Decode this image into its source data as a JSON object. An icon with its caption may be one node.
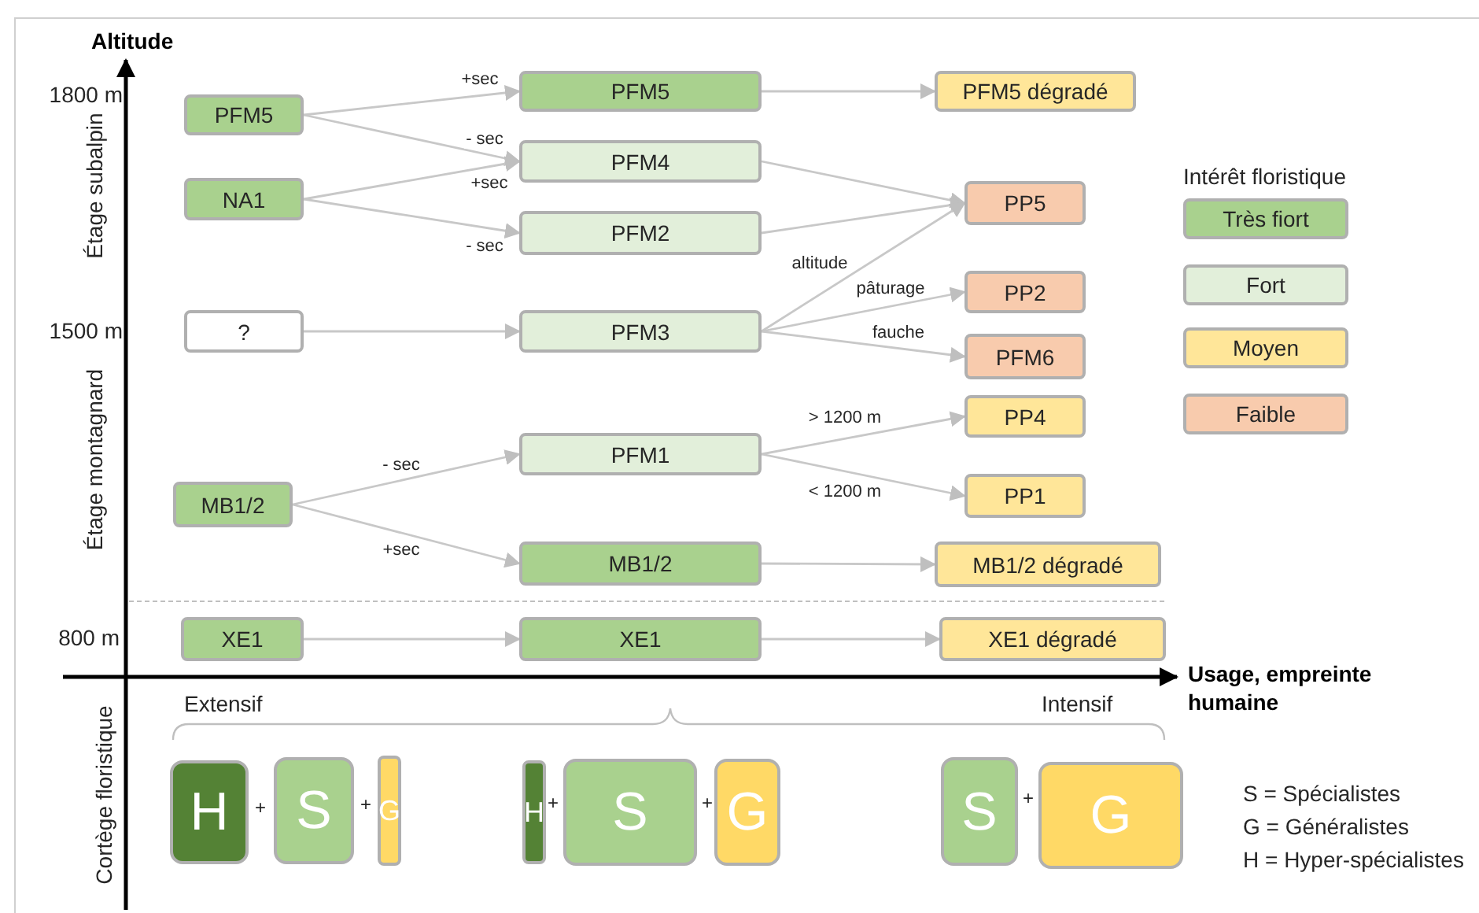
{
  "diagram": {
    "nodes": [
      {
        "text": [
          "PFM5"
        ]
      },
      {
        "text": [
          "PFM5"
        ]
      },
      {
        "text": [
          "PFM5 dégradé"
        ]
      },
      {
        "text": [
          "NA1"
        ]
      },
      {
        "text": [
          "PFM4"
        ]
      },
      {
        "text": [
          "PFM2"
        ]
      },
      {
        "text": [
          "PP5"
        ]
      },
      {
        "text": [
          "?"
        ]
      },
      {
        "text": [
          "PFM3"
        ]
      },
      {
        "text": [
          "PP2"
        ]
      },
      {
        "text": [
          "PFM6"
        ]
      },
      {
        "text": [
          "MB1/2"
        ]
      },
      {
        "text": [
          "PFM1"
        ]
      },
      {
        "text": [
          "PP4"
        ]
      },
      {
        "text": [
          "PP1"
        ]
      },
      {
        "text": [
          "MB1/2"
        ]
      },
      {
        "text": [
          "MB1/2 dégradé"
        ]
      },
      {
        "text": [
          "XE1"
        ]
      },
      {
        "text": [
          "XE1"
        ]
      },
      {
        "text": [
          "XE1 dégradé"
        ]
      },
      {
        "text": [
          "H"
        ]
      },
      {
        "text": [
          "S"
        ]
      },
      {
        "text": [
          "G"
        ]
      },
      {
        "text": [
          "H"
        ]
      },
      {
        "text": [
          "S"
        ]
      },
      {
        "text": [
          "G"
        ]
      },
      {
        "text": [
          "S"
        ]
      },
      {
        "text": [
          "G"
        ]
      }
    ],
    "edges": [
      {
        "from": 0,
        "to": 1,
        "arrow": "to",
        "label": "+sec"
      },
      {
        "from": 0,
        "to": 4,
        "arrow": "to",
        "label": "- sec"
      },
      {
        "from": 3,
        "to": 4,
        "arrow": "to",
        "label": "+sec"
      },
      {
        "from": 3,
        "to": 5,
        "arrow": "to",
        "label": "- sec"
      },
      {
        "from": 1,
        "to": 2,
        "arrow": "to"
      },
      {
        "from": 4,
        "to": 6,
        "arrow": "to"
      },
      {
        "from": 5,
        "to": 6,
        "arrow": "to"
      },
      {
        "from": 7,
        "to": 8,
        "arrow": "to"
      },
      {
        "from": 8,
        "to": 6,
        "arrow": "to",
        "label": "altitude"
      },
      {
        "from": 8,
        "to": 9,
        "arrow": "to",
        "label": "pâturage"
      },
      {
        "from": 8,
        "to": 10,
        "arrow": "to",
        "label": "fauche"
      },
      {
        "from": 11,
        "to": 12,
        "arrow": "to",
        "label": "- sec"
      },
      {
        "from": 11,
        "to": 15,
        "arrow": "to",
        "label": "+sec"
      },
      {
        "from": 12,
        "to": 13,
        "arrow": "to",
        "label": "> 1200 m"
      },
      {
        "from": 12,
        "to": 14,
        "arrow": "to",
        "label": "< 1200 m"
      },
      {
        "from": 15,
        "to": 16,
        "arrow": "to"
      },
      {
        "from": 17,
        "to": 18,
        "arrow": "to"
      },
      {
        "from": 18,
        "to": 19,
        "arrow": "to"
      }
    ],
    "labels": [
      "Altitude",
      "Étage subalpin",
      "1800 m",
      "Intérêt floristique",
      "1500 m",
      "Étage montagnard",
      "800 m",
      "Usage, empreinte humaine",
      "Cortège floristique",
      "Extensif",
      "Intensif",
      "+",
      "+",
      "+",
      "+",
      "+",
      "S = Spécialistes",
      "G = Généralistes",
      "H = Hyper-spécialistes"
    ],
    "legend": [
      {
        "text": "Très fiort",
        "color": "#a9d18e"
      },
      {
        "text": "Fort",
        "color": "#e2efda"
      },
      {
        "text": "Moyen",
        "color": "#ffe699"
      },
      {
        "text": "Faible",
        "color": "#f8cbad"
      }
    ]
  }
}
